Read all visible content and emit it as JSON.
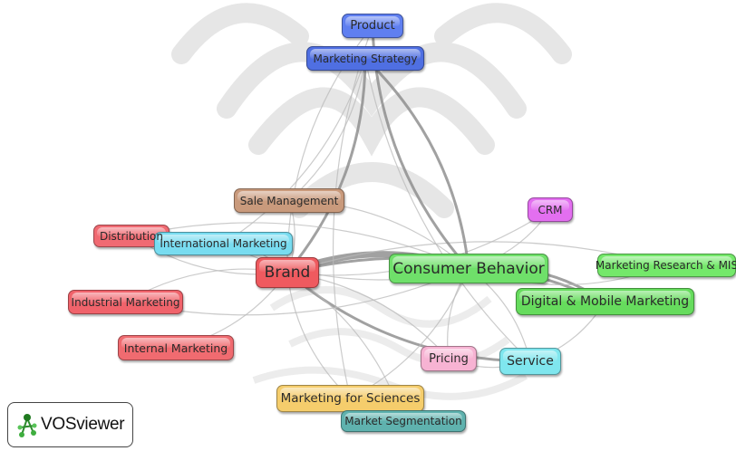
{
  "diagram": {
    "nodes": [
      {
        "id": "product",
        "label": "Product",
        "color": "#5f7ff0"
      },
      {
        "id": "strategy",
        "label": "Marketing Strategy",
        "color": "#4f6fe2"
      },
      {
        "id": "sale",
        "label": "Sale Management",
        "color": "#c99a7c"
      },
      {
        "id": "crm",
        "label": "CRM",
        "color": "#e36ff0"
      },
      {
        "id": "distribution",
        "label": "Distribution",
        "color": "#f06a72"
      },
      {
        "id": "international",
        "label": "International Marketing",
        "color": "#78dcf0"
      },
      {
        "id": "brand",
        "label": "Brand",
        "color": "#ef5a5f"
      },
      {
        "id": "consumer",
        "label": "Consumer Behavior",
        "color": "#6fe06a"
      },
      {
        "id": "research",
        "label": "Marketing Research & MIS",
        "color": "#74e86a"
      },
      {
        "id": "digital",
        "label": "Digital & Mobile Marketing",
        "color": "#66dc5d"
      },
      {
        "id": "industrial",
        "label": "Industrial Marketing",
        "color": "#f0636b"
      },
      {
        "id": "internal",
        "label": "Internal Marketing",
        "color": "#f06b70"
      },
      {
        "id": "pricing",
        "label": "Pricing",
        "color": "#f7b3d3"
      },
      {
        "id": "service",
        "label": "Service",
        "color": "#7fe6ee"
      },
      {
        "id": "sciences",
        "label": "Marketing for Sciences",
        "color": "#f5cd6c"
      },
      {
        "id": "segmentation",
        "label": "Market Segmentation",
        "color": "#5fb2ae"
      }
    ],
    "edges": [
      [
        "brand",
        "consumer"
      ],
      [
        "brand",
        "strategy"
      ],
      [
        "brand",
        "product"
      ],
      [
        "brand",
        "sale"
      ],
      [
        "brand",
        "digital"
      ],
      [
        "brand",
        "service"
      ],
      [
        "brand",
        "pricing"
      ],
      [
        "brand",
        "sciences"
      ],
      [
        "brand",
        "segmentation"
      ],
      [
        "brand",
        "crm"
      ],
      [
        "brand",
        "research"
      ],
      [
        "brand",
        "international"
      ],
      [
        "brand",
        "distribution"
      ],
      [
        "brand",
        "industrial"
      ],
      [
        "brand",
        "internal"
      ],
      [
        "consumer",
        "strategy"
      ],
      [
        "consumer",
        "product"
      ],
      [
        "consumer",
        "crm"
      ],
      [
        "consumer",
        "digital"
      ],
      [
        "consumer",
        "research"
      ],
      [
        "consumer",
        "service"
      ],
      [
        "consumer",
        "pricing"
      ],
      [
        "consumer",
        "sciences"
      ],
      [
        "consumer",
        "sale"
      ],
      [
        "consumer",
        "international"
      ],
      [
        "consumer",
        "distribution"
      ],
      [
        "strategy",
        "sale"
      ],
      [
        "strategy",
        "service"
      ],
      [
        "strategy",
        "international"
      ],
      [
        "product",
        "sciences"
      ],
      [
        "digital",
        "service"
      ],
      [
        "pricing",
        "service"
      ],
      [
        "sciences",
        "segmentation"
      ],
      [
        "industrial",
        "consumer"
      ]
    ]
  },
  "logo": {
    "text": "VOSviewer",
    "icon": "vosviewer-logo-icon"
  }
}
